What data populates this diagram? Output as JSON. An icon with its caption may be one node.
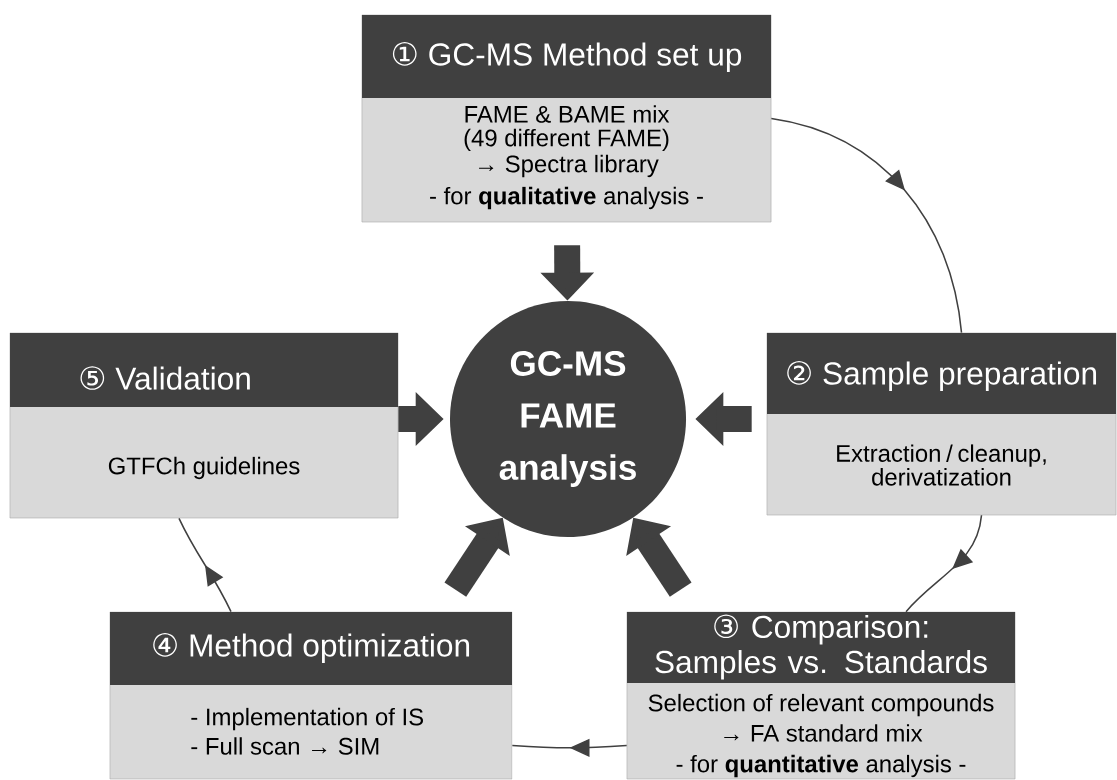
{
  "diagram": {
    "nodes": [
      {
        "text": [
          "① GC-MS Method set up",
          "FAME & BAME mix",
          "(49 different FAME)",
          "→ Spectra library",
          "- for **qualitative** analysis -"
        ]
      },
      {
        "text": [
          "⑤ Validation",
          "GTFCh guidelines"
        ]
      },
      {
        "text": [
          "GC-MS FAME analysis"
        ]
      },
      {
        "text": [
          "② Sample preparation",
          "Extraction / cleanup, derivatization"
        ]
      },
      {
        "text": [
          "④ Method optimization",
          "- Implementation of IS",
          "- Full scan → SIM"
        ]
      },
      {
        "text": [
          "③ Comparison: Samples vs. Standards",
          "Selection of relevant compounds",
          "→ FA standard mix",
          "- for **quantitative** analysis -"
        ]
      }
    ],
    "edges": [
      {
        "from": 0,
        "to": 3,
        "arrow": "to"
      },
      {
        "from": 3,
        "to": 5,
        "arrow": "to"
      },
      {
        "from": 5,
        "to": 4,
        "arrow": "to"
      },
      {
        "from": 4,
        "to": 1,
        "arrow": "to"
      },
      {
        "from": 0,
        "to": 2,
        "arrow": "to"
      },
      {
        "from": 1,
        "to": 2,
        "arrow": "to"
      },
      {
        "from": 3,
        "to": 2,
        "arrow": "to"
      },
      {
        "from": 4,
        "to": 2,
        "arrow": "to"
      },
      {
        "from": 5,
        "to": 2,
        "arrow": "to"
      }
    ]
  }
}
